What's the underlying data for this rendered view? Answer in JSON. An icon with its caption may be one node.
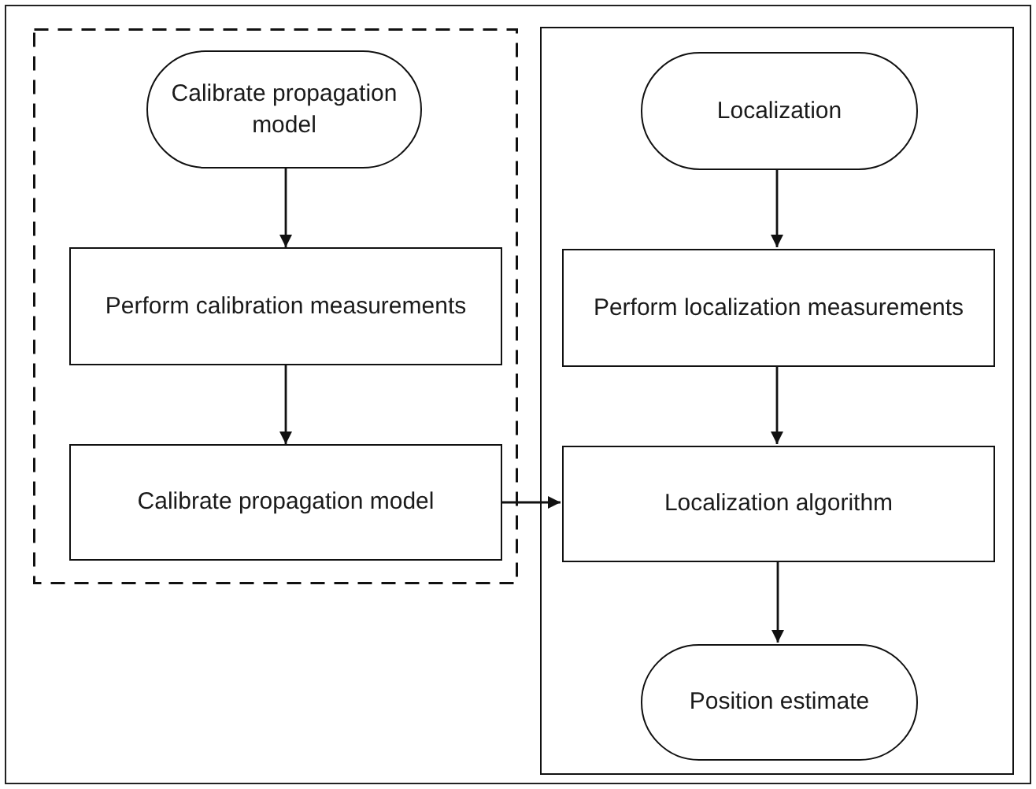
{
  "diagram": {
    "nodes": [
      {
        "text": [],
        "shape": "box"
      },
      {
        "text": [
          "Calibrate propagation model"
        ],
        "in": 0
      },
      {
        "text": [
          "Perform calibration measurements"
        ],
        "in": 0
      },
      {
        "text": [
          "Calibrate propagation model"
        ],
        "in": 0
      },
      {
        "text": [],
        "shape": "box"
      },
      {
        "text": [
          "Localization"
        ],
        "in": 4
      },
      {
        "text": [
          "Perform localization measurements"
        ],
        "in": 4
      },
      {
        "text": [
          "Localization algorithm"
        ],
        "in": 4
      },
      {
        "text": [
          "Position estimate"
        ],
        "in": 4
      }
    ],
    "edges": [
      {
        "from": 1,
        "to": 2,
        "arrow": "to"
      },
      {
        "from": 2,
        "to": 3,
        "arrow": "to"
      },
      {
        "from": 3,
        "to": 7,
        "arrow": "to"
      },
      {
        "from": 5,
        "to": 6,
        "arrow": "to"
      },
      {
        "from": 6,
        "to": 7,
        "arrow": "to"
      },
      {
        "from": 7,
        "to": 8,
        "arrow": "to"
      }
    ]
  }
}
